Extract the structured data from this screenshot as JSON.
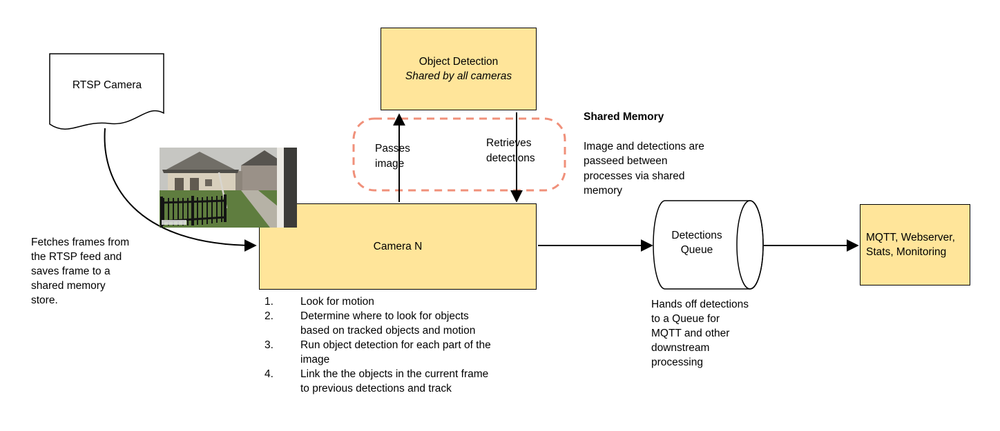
{
  "colors": {
    "node_fill": "#ffe59a",
    "node_border": "#000000",
    "shared_memory_outline": "#f0907a",
    "arrow": "#000000",
    "background": "#ffffff"
  },
  "nodes": {
    "rtsp_camera": {
      "label": "RTSP Camera"
    },
    "object_detection": {
      "title": "Object Detection",
      "subtitle": "Shared by all cameras"
    },
    "camera_n": {
      "label": "Camera N"
    },
    "detections_queue": {
      "label": "Detections\nQueue"
    },
    "outputs": {
      "label": "MQTT, Webserver,\nStats, Monitoring"
    }
  },
  "edges": {
    "passes_image": "Passes\nimage",
    "retrieves_detections": "Retrieves\ndetections"
  },
  "annotations": {
    "fetch_note": "Fetches frames from\nthe RTSP feed and\nsaves frame to a\nshared memory\nstore.",
    "shared_memory_title": "Shared Memory",
    "shared_memory_body": "Image and detections are\npasseed between\nprocesses via shared\nmemory",
    "queue_note": "Hands off detections\nto a Queue for\nMQTT and other\ndownstream\nprocessing",
    "camera_steps": [
      "Look for motion",
      "Determine where to look for objects\nbased on tracked objects and motion",
      "Run object detection for each part of the\nimage",
      "Link the the objects in the current frame\nto previous detections and track"
    ]
  }
}
